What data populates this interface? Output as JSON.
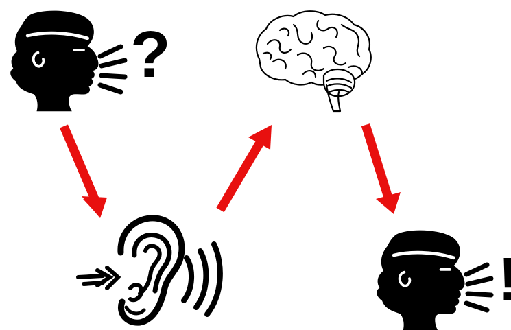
{
  "diagram": {
    "speaker": {
      "mark": "?",
      "icon": "speaking-head-icon"
    },
    "ear": {
      "icon": "ear-icon",
      "sound_in_icon": "sound-in-arrows-icon",
      "sound_waves_icon": "sound-waves-icon"
    },
    "brain": {
      "icon": "brain-icon"
    },
    "responder": {
      "mark": "!",
      "icon": "speaking-head-icon"
    },
    "arrows": [
      {
        "from": "speaker",
        "to": "ear",
        "color": "#e8100f"
      },
      {
        "from": "ear",
        "to": "brain",
        "color": "#e8100f"
      },
      {
        "from": "brain",
        "to": "responder",
        "color": "#e8100f"
      }
    ],
    "colors": {
      "ink": "#000000",
      "arrow": "#e8100f",
      "background": "#ffffff"
    }
  }
}
